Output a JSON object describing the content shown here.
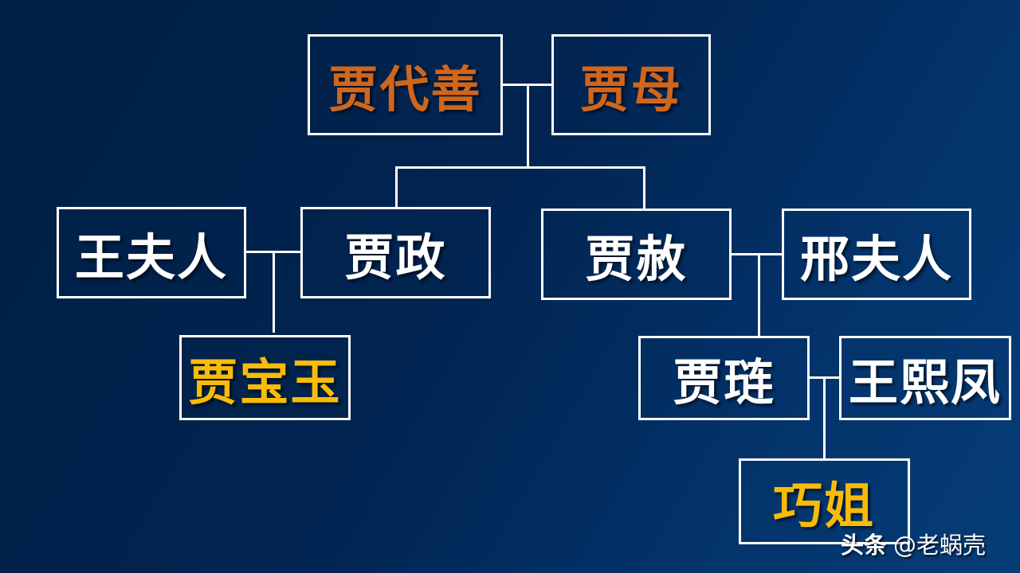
{
  "diagram": {
    "title": "",
    "colors": {
      "background_start": "#001f44",
      "background_end": "#063d76",
      "border": "#ffffff",
      "line": "#ffffff",
      "ancestor_text": "#d0661b",
      "normal_text": "#ffffff",
      "highlight_text": "#f8bc08"
    },
    "nodes": {
      "jia_daishan": {
        "label": "贾代善",
        "role": "ancestor"
      },
      "jia_mu": {
        "label": "贾母",
        "role": "ancestor"
      },
      "lady_wang": {
        "label": "王夫人",
        "role": "spouse"
      },
      "jia_zheng": {
        "label": "贾政",
        "role": "child"
      },
      "jia_she": {
        "label": "贾赦",
        "role": "child"
      },
      "lady_xing": {
        "label": "邢夫人",
        "role": "spouse"
      },
      "jia_baoyu": {
        "label": "贾宝玉",
        "role": "highlight"
      },
      "jia_lian": {
        "label": "贾琏",
        "role": "child"
      },
      "wang_xifeng": {
        "label": "王熙凤",
        "role": "spouse"
      },
      "qiao_jie": {
        "label": "巧姐",
        "role": "highlight"
      }
    },
    "edges": [
      {
        "type": "marriage",
        "from": "jia_daishan",
        "to": "jia_mu"
      },
      {
        "type": "parent",
        "from": "jia_daishan+jia_mu",
        "to": "jia_zheng"
      },
      {
        "type": "parent",
        "from": "jia_daishan+jia_mu",
        "to": "jia_she"
      },
      {
        "type": "marriage",
        "from": "lady_wang",
        "to": "jia_zheng"
      },
      {
        "type": "parent",
        "from": "lady_wang+jia_zheng",
        "to": "jia_baoyu"
      },
      {
        "type": "marriage",
        "from": "jia_she",
        "to": "lady_xing"
      },
      {
        "type": "parent",
        "from": "jia_she+lady_xing",
        "to": "jia_lian"
      },
      {
        "type": "marriage",
        "from": "jia_lian",
        "to": "wang_xifeng"
      },
      {
        "type": "parent",
        "from": "jia_lian+wang_xifeng",
        "to": "qiao_jie"
      }
    ]
  },
  "watermark": {
    "brand": "头条",
    "handle": "@老蜗壳"
  }
}
